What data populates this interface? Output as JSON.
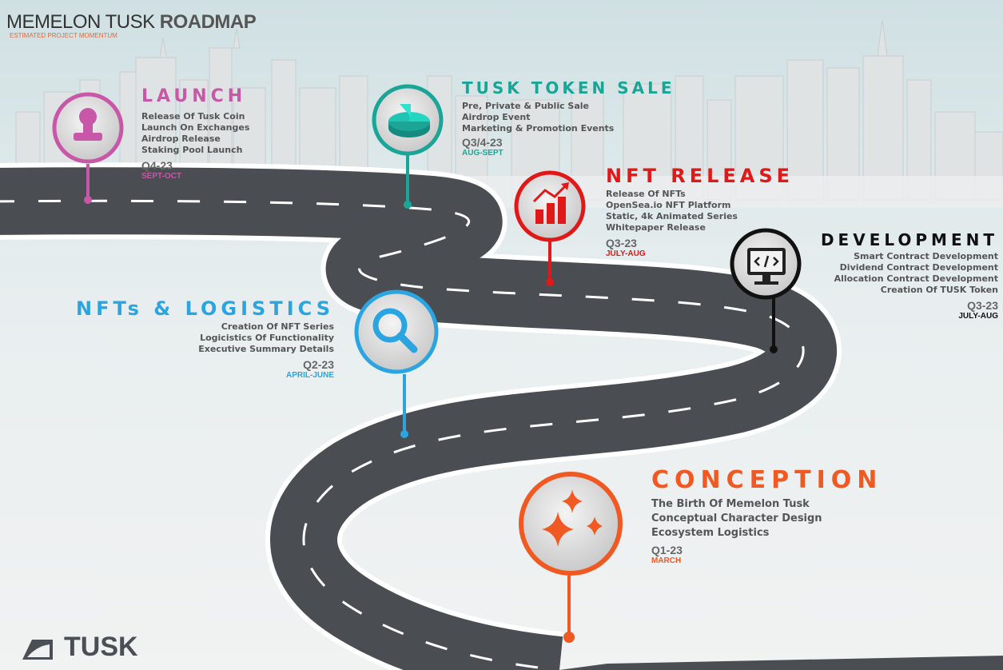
{
  "header": {
    "title_plain": "MEMELON TUSK",
    "title_bold": "ROADMAP",
    "subtitle": "ESTIMATED PROJECT MOMENTUM"
  },
  "colors": {
    "launch": "#c857a8",
    "sale": "#1aa597",
    "nft": "#e01818",
    "dev": "#111111",
    "logistics": "#2aa5e2",
    "conception": "#f05a22",
    "road": "#4a4d52"
  },
  "milestones": {
    "launch": {
      "title": "LAUNCH",
      "items": [
        "Release Of Tusk Coin",
        "Launch On Exchanges",
        "Airdrop Release",
        "Staking Pool Launch"
      ],
      "period": "Q4-23",
      "months": "SEPT-OCT",
      "icon": "user-stamp-icon"
    },
    "sale": {
      "title": "TUSK TOKEN SALE",
      "items": [
        "Pre, Private & Public Sale",
        "Airdrop Event",
        "Marketing & Promotion Events"
      ],
      "period": "Q3/4-23",
      "months": "AUG-SEPT",
      "icon": "pie-chart-icon"
    },
    "nft": {
      "title": "NFT RELEASE",
      "items": [
        "Release Of NFTs",
        "OpenSea.io NFT Platform",
        "Static, 4k Animated Series",
        "Whitepaper Release"
      ],
      "period": "Q3-23",
      "months": "JULY-AUG",
      "icon": "growth-chart-icon"
    },
    "dev": {
      "title": "DEVELOPMENT",
      "items": [
        "Smart Contract Development",
        "Dividend Contract Development",
        "Allocation Contract Development",
        "Creation Of TUSK Token"
      ],
      "period": "Q3-23",
      "months": "JULY-AUG",
      "icon": "code-monitor-icon"
    },
    "logistics": {
      "title": "NFTs & LOGISTICS",
      "items": [
        "Creation Of NFT Series",
        "Logicistics Of Functionality",
        "Executive Summary Details"
      ],
      "period": "Q2-23",
      "months": "APRIL-JUNE",
      "icon": "magnifier-icon"
    },
    "conception": {
      "title": "CONCEPTION",
      "items": [
        "The Birth Of Memelon Tusk",
        "Conceptual Character Design",
        "Ecosystem Logistics"
      ],
      "period": "Q1-23",
      "months": "MARCH",
      "icon": "sparkles-icon"
    }
  },
  "brand": {
    "name": "TUSK",
    "icon": "tusk-logo-icon"
  }
}
